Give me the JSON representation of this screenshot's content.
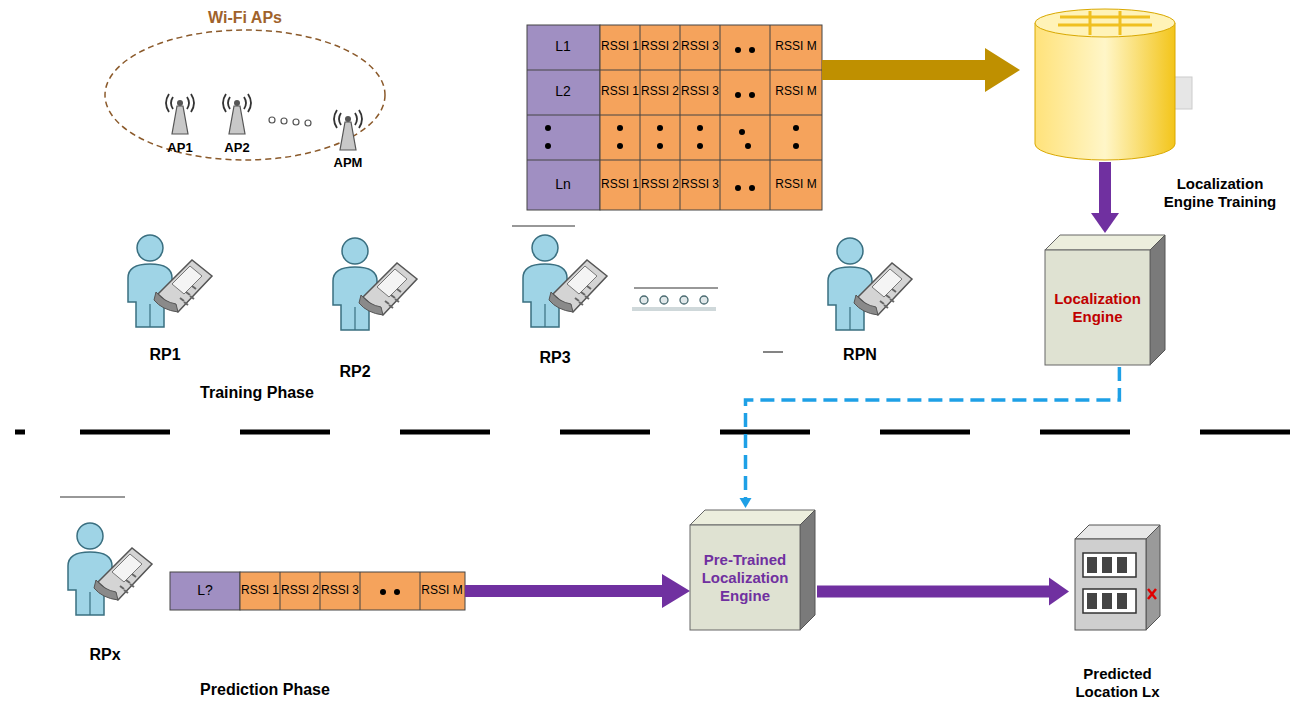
{
  "diagram": {
    "nodes": [
      {
        "text": [
          "Localization Engine Training"
        ]
      },
      {
        "text": [
          "Localization Engine"
        ]
      },
      {
        "text": [
          "Pre-Trained Localization Engine"
        ]
      },
      {
        "text": [
          "Predicted Location Lx"
        ]
      }
    ],
    "edges": [
      {
        "from": 0,
        "to": 1,
        "arrow": "to"
      },
      {
        "from": 1,
        "to": 2,
        "arrow": "to"
      },
      {
        "from": 2,
        "to": 3,
        "arrow": "to"
      }
    ],
    "labels": [
      "Wi-Fi APs",
      "AP1",
      "AP2",
      "APM",
      "L1",
      "RSSI 1",
      "RSSI 2",
      "RSSI 3",
      "RSSI M",
      "L2",
      "RSSI 1",
      "RSSI 2",
      "RSSI 3",
      "RSSI M",
      "Ln",
      "RSSI 1",
      "RSSI 2",
      "RSSI 3",
      "RSSI M",
      "RP1",
      "RP2",
      "RP3",
      "RPN",
      "Training Phase",
      "RPx",
      "L?",
      "RSSI 1",
      "RSSI 2",
      "RSSI 3",
      "RSSI M",
      "Prediction Phase"
    ]
  }
}
